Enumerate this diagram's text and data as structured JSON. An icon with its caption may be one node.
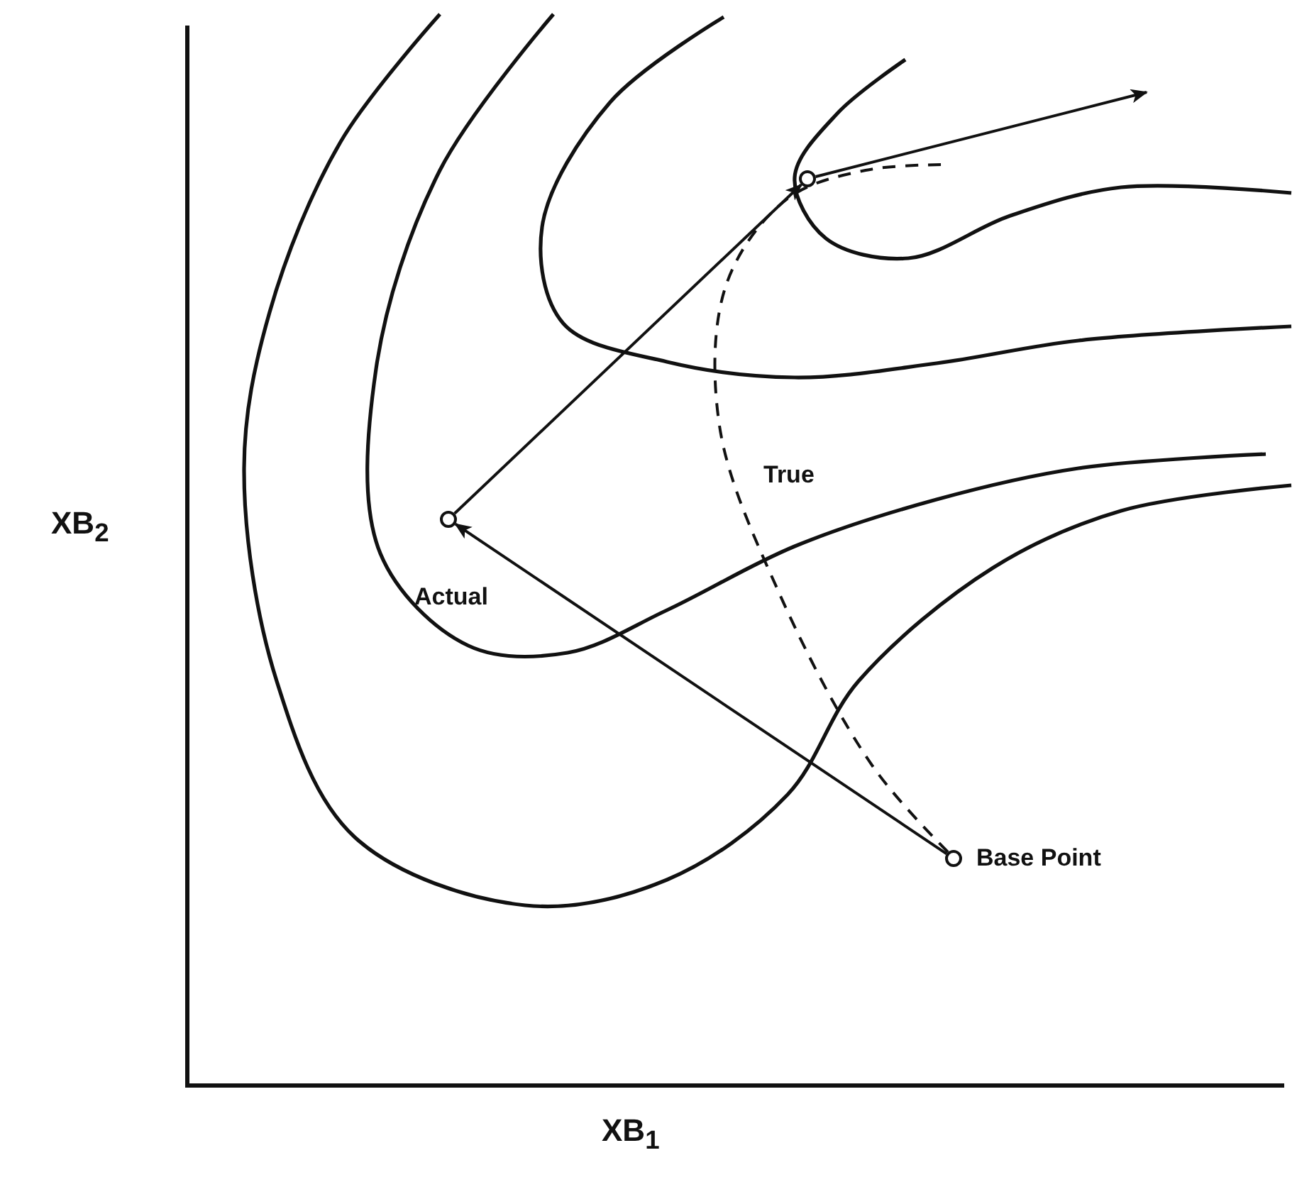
{
  "diagram": {
    "nodes": [
      {
        "text": [],
        "shape": "circle",
        "beside": [
          "Base Point"
        ]
      },
      {
        "text": [],
        "shape": "circle",
        "beside": [
          "Actual"
        ]
      },
      {
        "text": [],
        "shape": "circle"
      }
    ],
    "edges": [
      {
        "from": 0,
        "to": 1,
        "arrow": "to"
      },
      {
        "from": 1,
        "to": 2,
        "arrow": "to"
      },
      {
        "from": 2,
        "to": null,
        "arrow": "to"
      },
      {
        "from": 0,
        "to": null,
        "arrow": "none",
        "style": "dashed"
      }
    ],
    "labels": [
      "True",
      "XB$_{2}$",
      "XB$_{1}$"
    ]
  }
}
